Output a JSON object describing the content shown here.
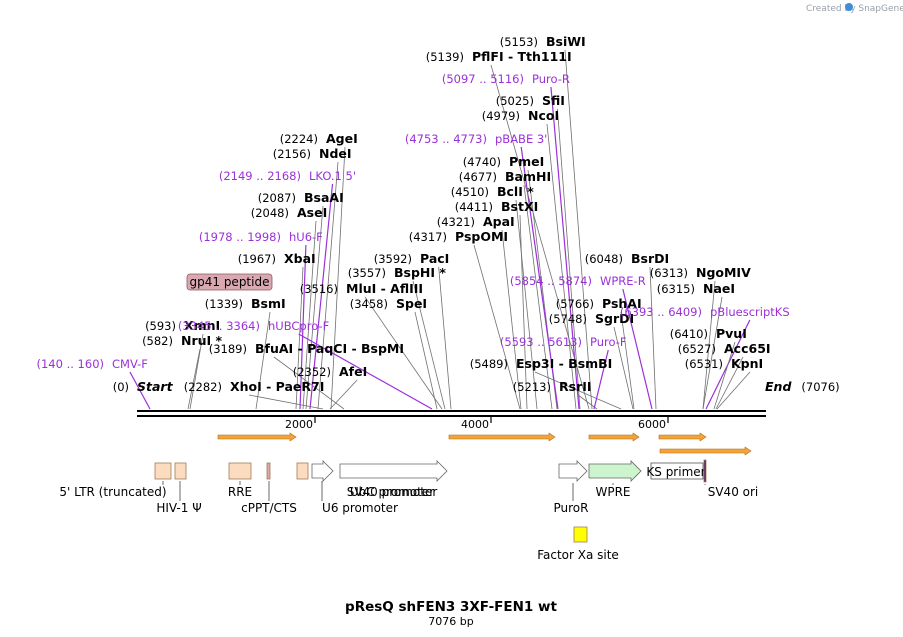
{
  "credit": "Created by SnapGene",
  "title": "pResQ shFEN3 3XF-FEN1 wt",
  "subtitle": "7076 bp",
  "ticks": [
    "2000",
    "4000",
    "6000"
  ],
  "enzymes": [
    {
      "pos": "(0)",
      "name": "Start",
      "italic": true
    },
    {
      "pos": "(140 .. 160)",
      "name": "CMV-F",
      "primer": true
    },
    {
      "pos": "(582)",
      "name": "NruI *"
    },
    {
      "pos": "(593)",
      "name": "XmnI"
    },
    {
      "pos": "(1339)",
      "name": "BsmI"
    },
    {
      "pos": "(1967)",
      "name": "XbaI"
    },
    {
      "pos": "(1978 .. 1998)",
      "name": "hU6-F",
      "primer": true
    },
    {
      "pos": "(2048)",
      "name": "AseI"
    },
    {
      "pos": "(2087)",
      "name": "BsaAI"
    },
    {
      "pos": "(2149 .. 2168)",
      "name": "LKO.1 5'",
      "primer": true
    },
    {
      "pos": "(2156)",
      "name": "NdeI"
    },
    {
      "pos": "(2224)",
      "name": "AgeI"
    },
    {
      "pos": "(2282)",
      "name": "XhoI  -  PaeR7I"
    },
    {
      "pos": "(2352)",
      "name": "AfeI"
    },
    {
      "pos": "(3189)",
      "name": "BfuAI  -  PaqCI  -  BspMI"
    },
    {
      "pos": "(3345 .. 3364)",
      "name": "hUBCpro-F",
      "primer": true
    },
    {
      "pos": "(3516)",
      "name": "MluI  -  AflIII"
    },
    {
      "pos": "(3458)",
      "name": "SpeI"
    },
    {
      "pos": "(3557)",
      "name": "BspHI *"
    },
    {
      "pos": "(3592)",
      "name": "PacI"
    },
    {
      "pos": "(4317)",
      "name": "PspOMI"
    },
    {
      "pos": "(4321)",
      "name": "ApaI"
    },
    {
      "pos": "(4411)",
      "name": "BstXI"
    },
    {
      "pos": "(4510)",
      "name": "BclI *"
    },
    {
      "pos": "(4677)",
      "name": "BamHI"
    },
    {
      "pos": "(4740)",
      "name": "PmeI"
    },
    {
      "pos": "(4753 .. 4773)",
      "name": "pBABE 3'",
      "primer": true
    },
    {
      "pos": "(4979)",
      "name": "NcoI"
    },
    {
      "pos": "(5025)",
      "name": "SfiI"
    },
    {
      "pos": "(5097 .. 5116)",
      "name": "Puro-R",
      "primer": true
    },
    {
      "pos": "(5139)",
      "name": "PflFI  -  Tth111I"
    },
    {
      "pos": "(5153)",
      "name": "BsiWI"
    },
    {
      "pos": "(5213)",
      "name": "RsrII"
    },
    {
      "pos": "(5489)",
      "name": "Esp3I  -  BsmBI"
    },
    {
      "pos": "(5593 .. 5613)",
      "name": "Puro-F",
      "primer": true
    },
    {
      "pos": "(5748)",
      "name": "SgrDI"
    },
    {
      "pos": "(5766)",
      "name": "PshAI"
    },
    {
      "pos": "(5854 .. 5874)",
      "name": "WPRE-R",
      "primer": true
    },
    {
      "pos": "(6048)",
      "name": "BsrDI"
    },
    {
      "pos": "(6313)",
      "name": "NgoMIV"
    },
    {
      "pos": "(6315)",
      "name": "NaeI"
    },
    {
      "pos": "(6393 .. 6409)",
      "name": "pBluescriptKS",
      "primer": true
    },
    {
      "pos": "(6410)",
      "name": "PvuI"
    },
    {
      "pos": "(6527)",
      "name": "Acc65I"
    },
    {
      "pos": "(6531)",
      "name": "KpnI"
    },
    {
      "pos": "(7076)",
      "name": "End",
      "italic": true
    }
  ],
  "features": [
    {
      "name": "5' LTR (truncated)"
    },
    {
      "name": "HIV-1 Ψ"
    },
    {
      "name": "RRE"
    },
    {
      "name": "cPPT/CTS"
    },
    {
      "name": "U6 promoter"
    },
    {
      "name": "UbC promoter"
    },
    {
      "name": "SV40 promoter"
    },
    {
      "name": "PuroR"
    },
    {
      "name": "WPRE"
    },
    {
      "name": "KS primer"
    },
    {
      "name": "SV40 ori"
    },
    {
      "name": "Factor Xa site"
    }
  ],
  "boxed_feature": "gp41 peptide",
  "colors": {
    "primer": "#9b30d9",
    "ltr": "#fbdcc0",
    "puro": "#cdf5cd",
    "sv40ori": "#ffff00",
    "orf": "#f3a33a",
    "gp41": "#d9a8b0"
  }
}
